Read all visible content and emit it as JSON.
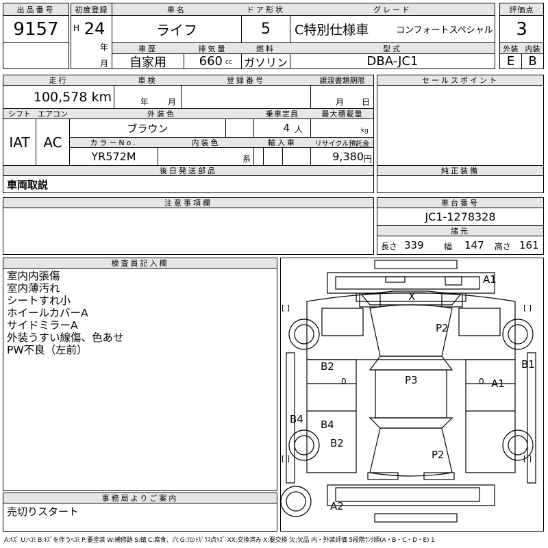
{
  "header": {
    "lot_no_label": "出品番号",
    "lot_no": "9157",
    "first_reg_label": "初度登録",
    "era": "H",
    "year": "24",
    "year_unit": "年",
    "month_unit": "月",
    "car_name_label": "車名",
    "car_name": "ライフ",
    "door_label": "ドア形状",
    "doors": "5",
    "grade_label": "グレード",
    "grade": "C特別仕様車",
    "grade_suffix": "コンフォートスペシャル",
    "score_label": "評価点",
    "score": "3"
  },
  "row2": {
    "history_label": "車歴",
    "history": "自家用",
    "displacement_label": "排気量",
    "displacement": "660",
    "cc_unit": "cc",
    "fuel_label": "燃料",
    "fuel": "ガソリン",
    "model_label": "型式",
    "model": "DBA-JC1",
    "exterior_label": "外装",
    "exterior": "E",
    "interior_label": "内装",
    "interior": "B"
  },
  "row3": {
    "mileage_label": "走行",
    "mileage": "100,578 km",
    "inspection_label": "車検",
    "insp_year": "年",
    "insp_month": "月",
    "regno_label": "登録番号",
    "transfer_label": "譲渡書類期限",
    "transfer_month": "月",
    "transfer_day": "日",
    "sales_label": "セールスポイント"
  },
  "row4": {
    "shift_label": "シフト",
    "shift": "IAT",
    "aircon_label": "エアコン",
    "aircon": "AC",
    "color_label": "外装色",
    "color": "ブラウン",
    "capacity_label": "乗車定員",
    "capacity": "4",
    "capacity_unit": "人",
    "load_label": "最大積載量",
    "load_unit": "kg",
    "color_no_label": "カラーNo.",
    "color_no": "YR572M",
    "int_color_label": "内装色",
    "int_color_suffix": "系",
    "import_label": "輸入車",
    "recycle_label": "リサイクル預託金",
    "recycle": "9,380",
    "recycle_unit": "円"
  },
  "later_parts": {
    "label": "後日発送部品",
    "value": "車両取説"
  },
  "genuine": {
    "label": "純正装備"
  },
  "notes": {
    "label": "注意事項欄"
  },
  "chassis": {
    "label": "車台番号",
    "value": "JC1-1278328",
    "spec_label": "諸元",
    "length_label": "長さ",
    "length": "339",
    "width_label": "幅",
    "width": "147",
    "height_label": "高さ",
    "height": "161"
  },
  "inspector": {
    "label": "検査員記入欄",
    "lines": [
      "室内内張傷",
      "室内薄汚れ",
      "シートすれ小",
      "ホイールカバーA",
      "サイドミラーA",
      "外装うすい線傷、色あせ",
      "PW不良（左前）"
    ]
  },
  "office": {
    "label": "事務局よりご案内",
    "value": "売切りスタート"
  },
  "diagram_marks": {
    "a1_top": "A1",
    "x": "X",
    "p2_top": "P2",
    "b2_left": "B2",
    "zero_left": "0",
    "p3": "P3",
    "zero_right": "0",
    "a1_right": "A1",
    "b1": "B1",
    "b4_side": "B4",
    "b4": "B4",
    "b2_low": "B2",
    "p2_low": "P2",
    "a2": "A2",
    "bracket_l1": "[  ]",
    "bracket_r1": "[  ]",
    "bracket_l2": "[  ]",
    "bracket_r2": "[  ]"
  },
  "legend": "A:ｷｽﾞ U:ﾍｺﾐ B:ｷｽﾞを伴うﾍｺﾐ P:要塗装 W:補修跡 S:錆 C:腐食、穴 G:ﾌﾛﾝﾄｶﾞﾗｽ点ｷｽﾞ XX:交換済み X:要交換 欠:欠品 内・外装評価 5段階ﾗﾝｸ順(A・B・C・D・E) 1"
}
